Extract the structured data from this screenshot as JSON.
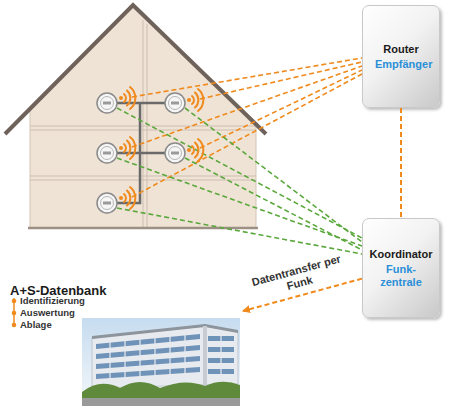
{
  "diagram": {
    "nodes": [
      {
        "text": [
          "Router",
          "Empfänger"
        ]
      },
      {
        "text": [
          "Koordinator",
          "Funk- zentrale"
        ]
      },
      {
        "text": [
          "A+S-Datenbank",
          "Identifizierung",
          "Auswertung",
          "Ablage"
        ]
      }
    ],
    "edges": [
      {
        "from": 0,
        "to": 1,
        "arrow": "none"
      },
      {
        "from": 1,
        "to": 2,
        "label": "Datentransfer per Funk",
        "arrow": "to"
      }
    ]
  }
}
